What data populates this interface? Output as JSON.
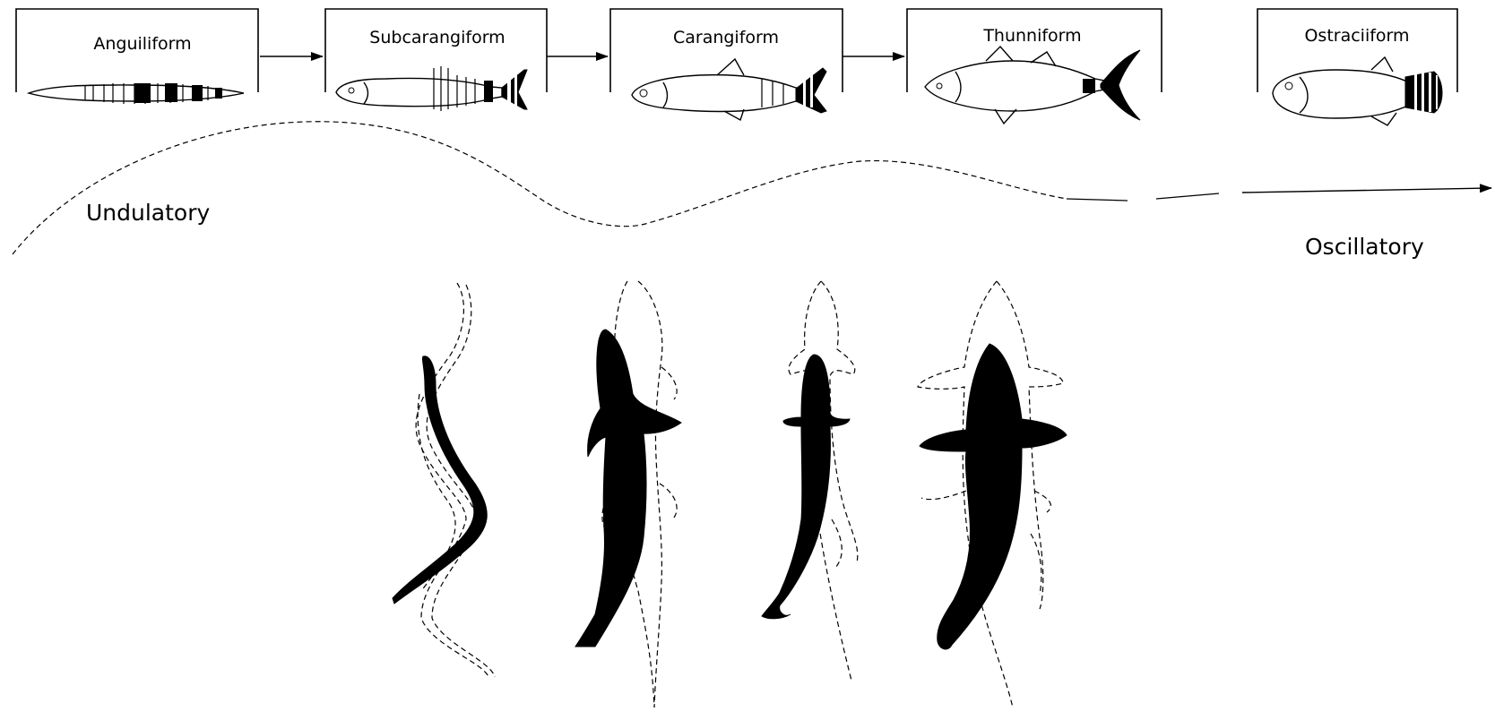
{
  "modes": [
    {
      "name": "Anguiliform"
    },
    {
      "name": "Subcarangiform"
    },
    {
      "name": "Carangiform"
    },
    {
      "name": "Thunniform"
    },
    {
      "name": "Ostraciiform"
    }
  ],
  "spectrum": {
    "start_label": "Undulatory",
    "end_label": "Oscillatory"
  },
  "colors": {
    "ink": "#000000",
    "background": "#ffffff"
  }
}
